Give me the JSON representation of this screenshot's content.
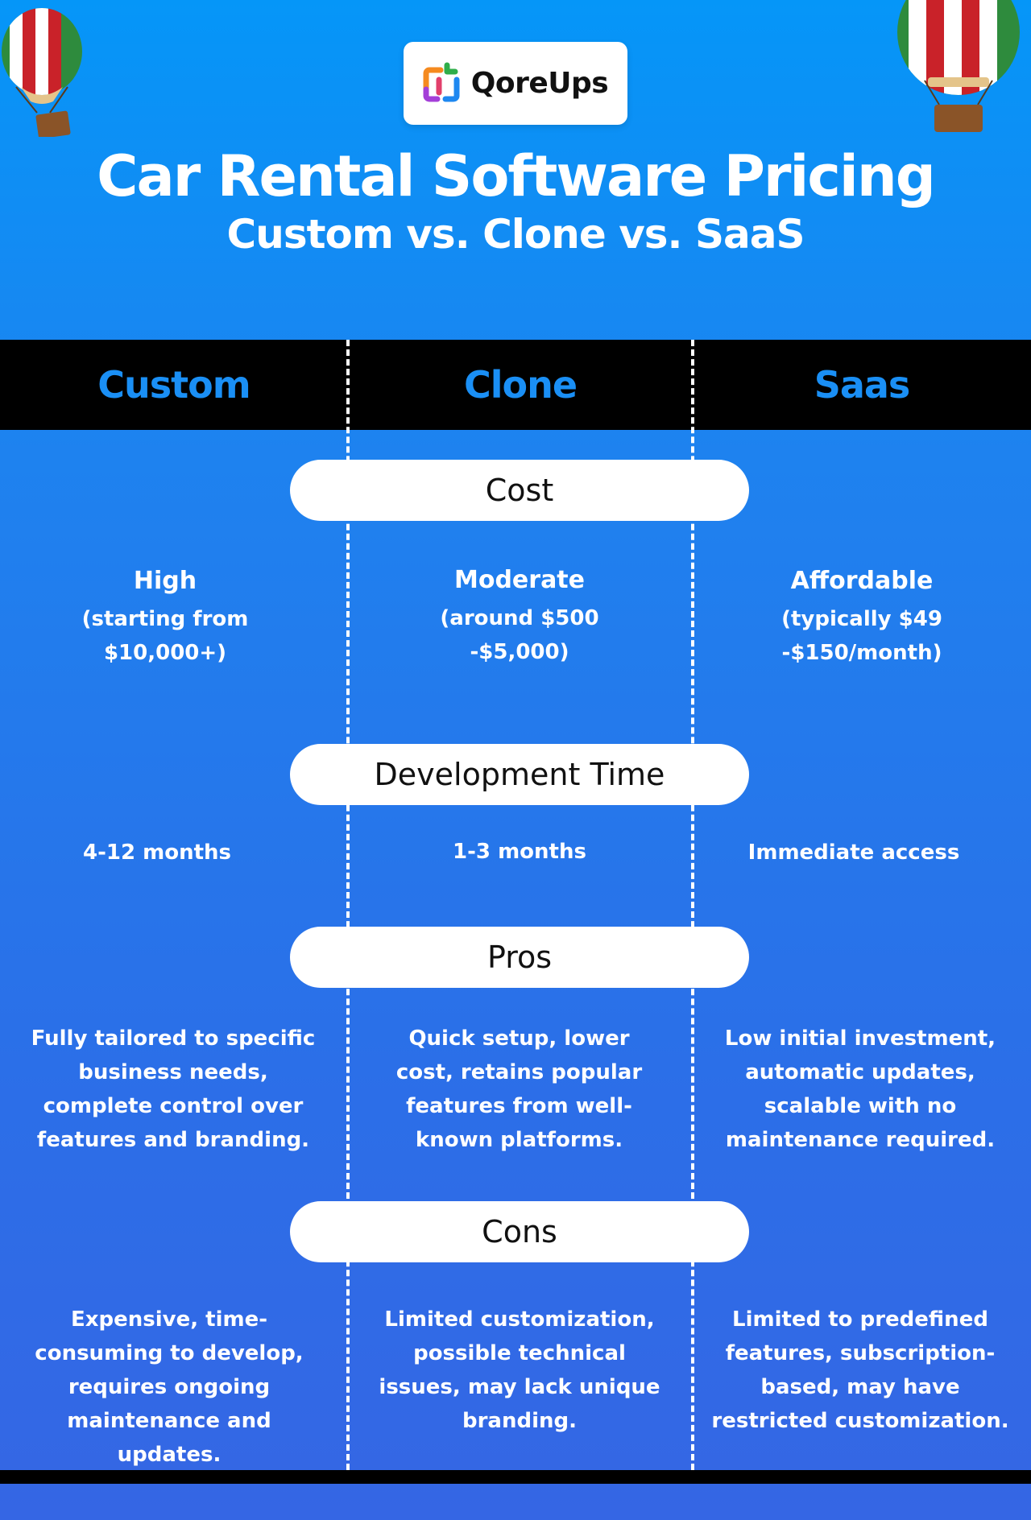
{
  "brand": {
    "name": "QoreUps"
  },
  "header": {
    "title": "Car Rental Software Pricing",
    "subtitle": "Custom vs. Clone vs. SaaS"
  },
  "columns": [
    "Custom",
    "Clone",
    "Saas"
  ],
  "sections": {
    "cost": {
      "label": "Cost",
      "custom": {
        "level": "High",
        "detail_1": "(starting from",
        "detail_2": "$10,000+)"
      },
      "clone": {
        "level": "Moderate",
        "detail_1": "(around $500",
        "detail_2": "-$5,000)"
      },
      "saas": {
        "level": "Affordable",
        "detail_1": "(typically $49",
        "detail_2": "-$150/month)"
      }
    },
    "development_time": {
      "label": "Development Time",
      "custom": "4-12 months",
      "clone": "1-3 months",
      "saas": "Immediate access"
    },
    "pros": {
      "label": "Pros",
      "custom": "Fully tailored to specific business needs, complete control over features and branding.",
      "clone": "Quick setup, lower cost, retains popular features from well-known platforms.",
      "saas": "Low initial investment, automatic updates, scalable with no maintenance required."
    },
    "cons": {
      "label": "Cons",
      "custom": "Expensive, time-consuming to develop, requires ongoing maintenance and updates.",
      "clone": "Limited customization, possible technical issues, may lack unique branding.",
      "saas": "Limited to predefined features, subscription-based, may have restricted customization."
    }
  },
  "colors": {
    "background_top": "#0596f8",
    "background_bottom": "#3566e4",
    "column_heading": "#1a8ff5",
    "header_bar": "#000000"
  },
  "icons": [
    "qoreups-logo-icon",
    "hot-air-balloon-icon"
  ]
}
